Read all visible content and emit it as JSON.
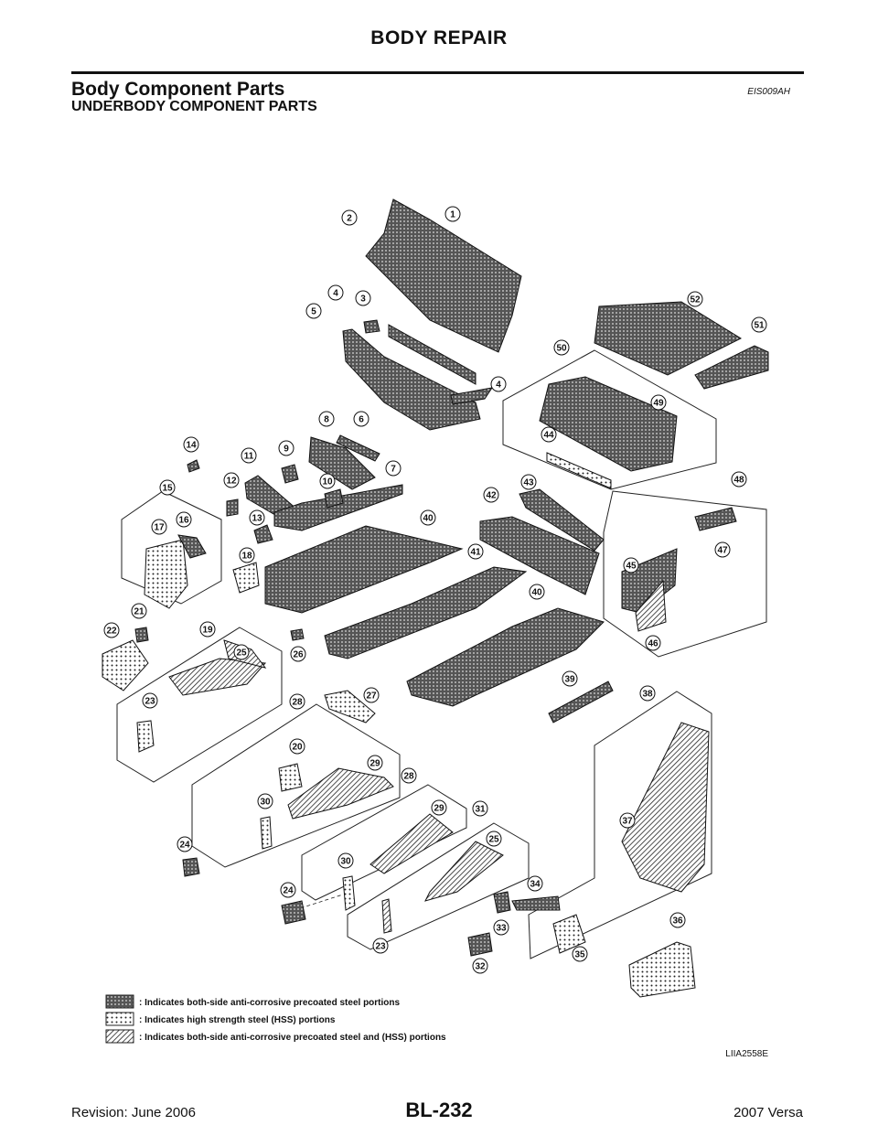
{
  "header": {
    "title": "BODY REPAIR"
  },
  "section": {
    "title": "Body Component Parts",
    "code": "EIS009AH",
    "subtitle": "UNDERBODY COMPONENT PARTS"
  },
  "legend": [
    {
      "pattern": "dotted-cross",
      "text": ": Indicates both-side anti-corrosive precoated steel portions"
    },
    {
      "pattern": "dotted",
      "text": ": Indicates high strength steel (HSS) portions"
    },
    {
      "pattern": "hatched",
      "text": ": Indicates both-side anti-corrosive precoated steel and (HSS) portions"
    }
  ],
  "image_code": "LIIA2558E",
  "callouts": [
    "1",
    "2",
    "3",
    "4",
    "5",
    "4",
    "52",
    "51",
    "50",
    "49",
    "44",
    "8",
    "6",
    "14",
    "9",
    "11",
    "7",
    "12",
    "10",
    "15",
    "17",
    "16",
    "13",
    "18",
    "43",
    "42",
    "40",
    "41",
    "40",
    "48",
    "47",
    "45",
    "46",
    "21",
    "22",
    "19",
    "25",
    "26",
    "23",
    "27",
    "28",
    "20",
    "29",
    "30",
    "24",
    "39",
    "38",
    "28",
    "29",
    "31",
    "30",
    "25",
    "24",
    "37",
    "34",
    "33",
    "23",
    "32",
    "35",
    "36"
  ],
  "footer": {
    "revision": "Revision: June 2006",
    "page": "BL-232",
    "model": "2007 Versa"
  }
}
